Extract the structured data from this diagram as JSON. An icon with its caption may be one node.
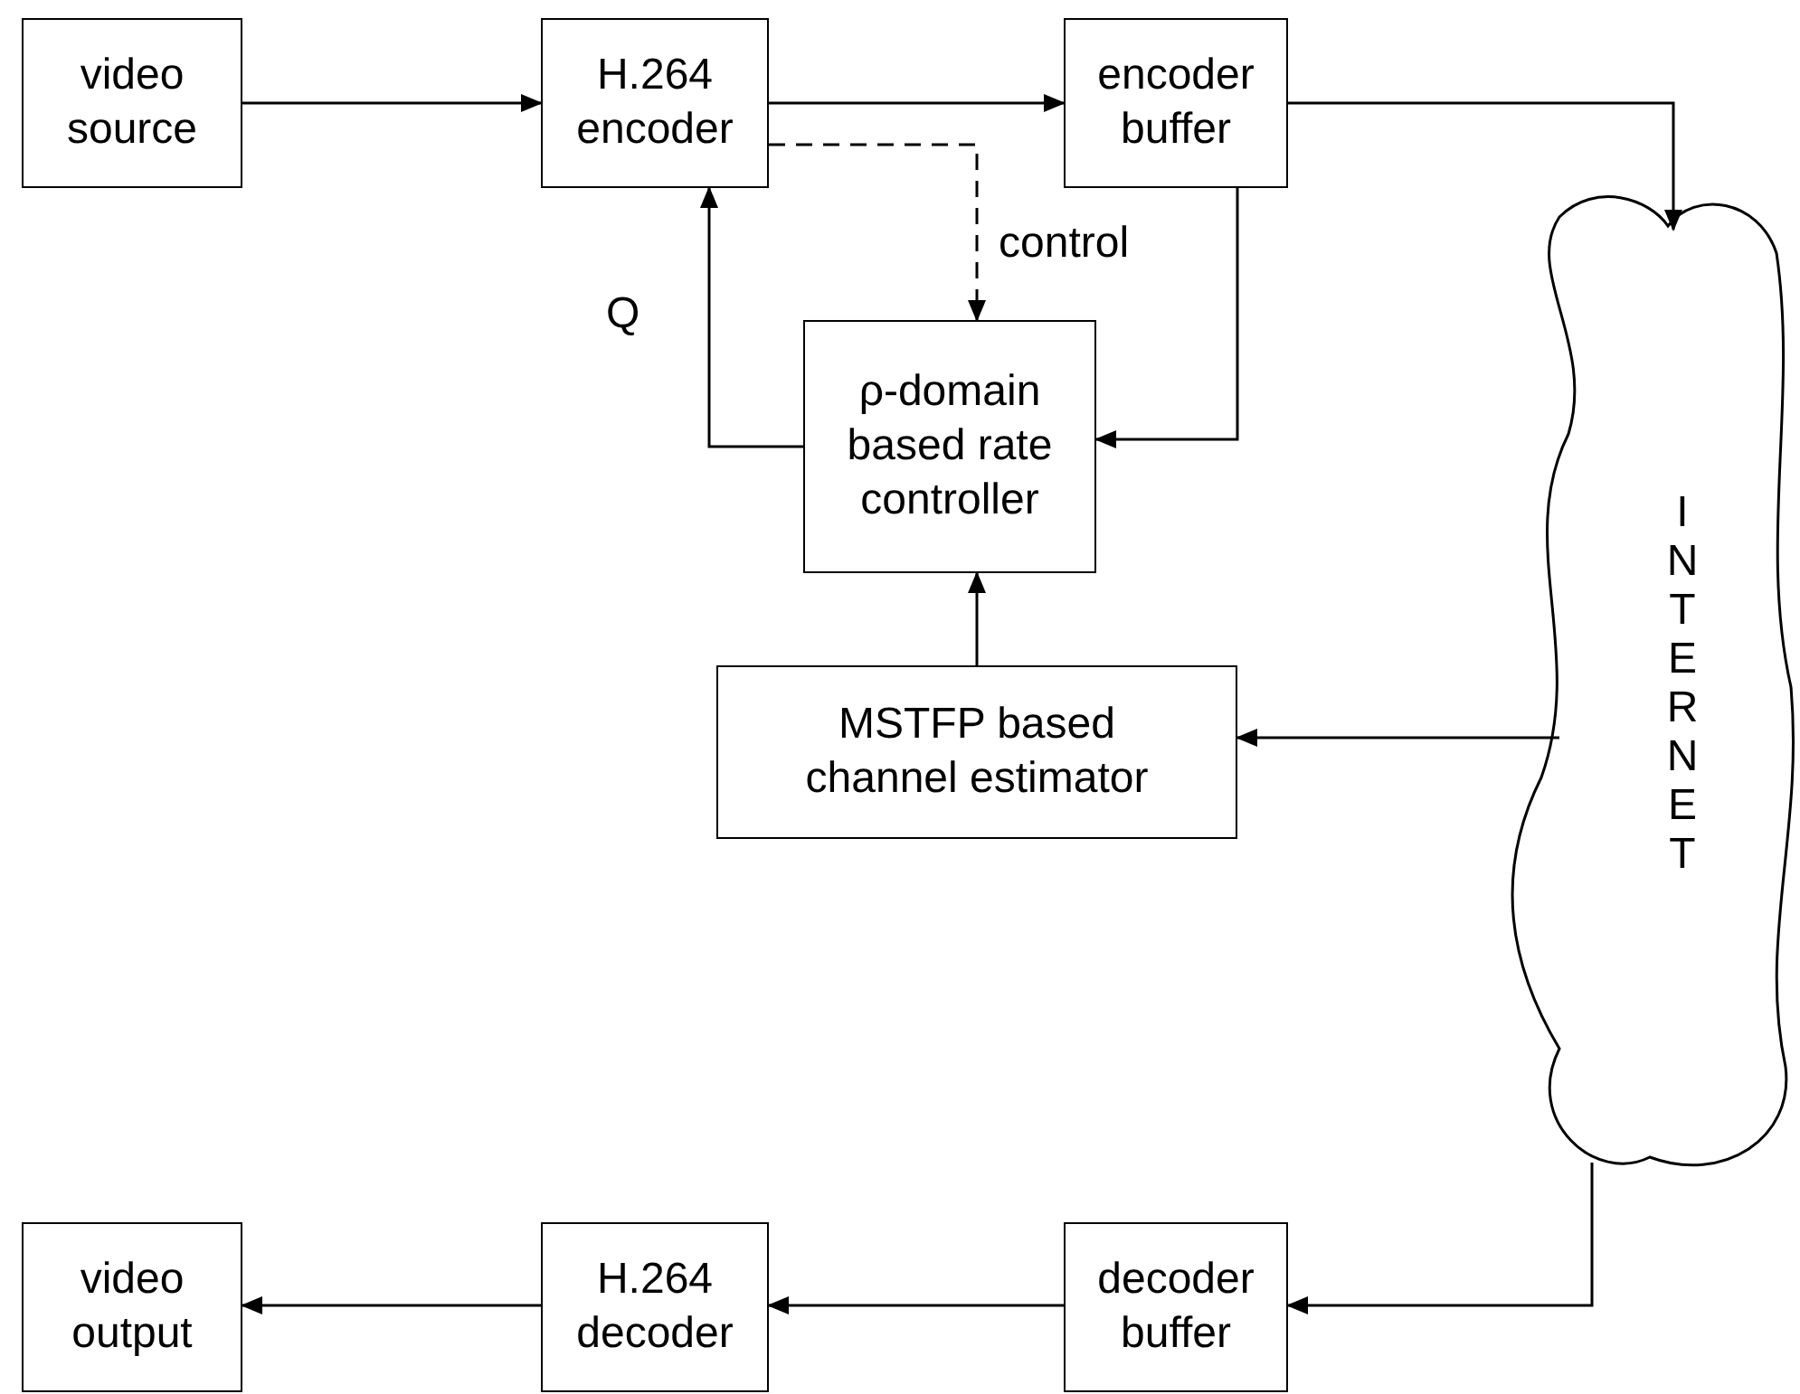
{
  "diagram": {
    "nodes": [
      {
        "text": [
          "video source"
        ]
      },
      {
        "text": [
          "H.264 encoder"
        ]
      },
      {
        "text": [
          "encoder buffer"
        ]
      },
      {
        "text": [
          "ρ-domain based rate controller"
        ]
      },
      {
        "text": [
          "MSTFP based channel estimator"
        ]
      },
      {
        "text": [
          "INTERNET"
        ]
      },
      {
        "text": [
          "video output"
        ]
      },
      {
        "text": [
          "H.264 decoder"
        ]
      },
      {
        "text": [
          "decoder buffer"
        ]
      }
    ],
    "edges": [
      {
        "from": 0,
        "to": 1,
        "arrow": "to"
      },
      {
        "from": 1,
        "to": 2,
        "arrow": "to"
      },
      {
        "from": 2,
        "to": 5,
        "arrow": "to"
      },
      {
        "from": 1,
        "to": 3,
        "arrow": "to",
        "label": "control",
        "style": "dashed"
      },
      {
        "from": 2,
        "to": 3,
        "arrow": "to"
      },
      {
        "from": 3,
        "to": 1,
        "arrow": "to",
        "label": "Q"
      },
      {
        "from": 4,
        "to": 3,
        "arrow": "to"
      },
      {
        "from": 5,
        "to": 4,
        "arrow": "to"
      },
      {
        "from": 5,
        "to": 8,
        "arrow": "to"
      },
      {
        "from": 8,
        "to": 7,
        "arrow": "to"
      },
      {
        "from": 7,
        "to": 6,
        "arrow": "to"
      }
    ]
  }
}
